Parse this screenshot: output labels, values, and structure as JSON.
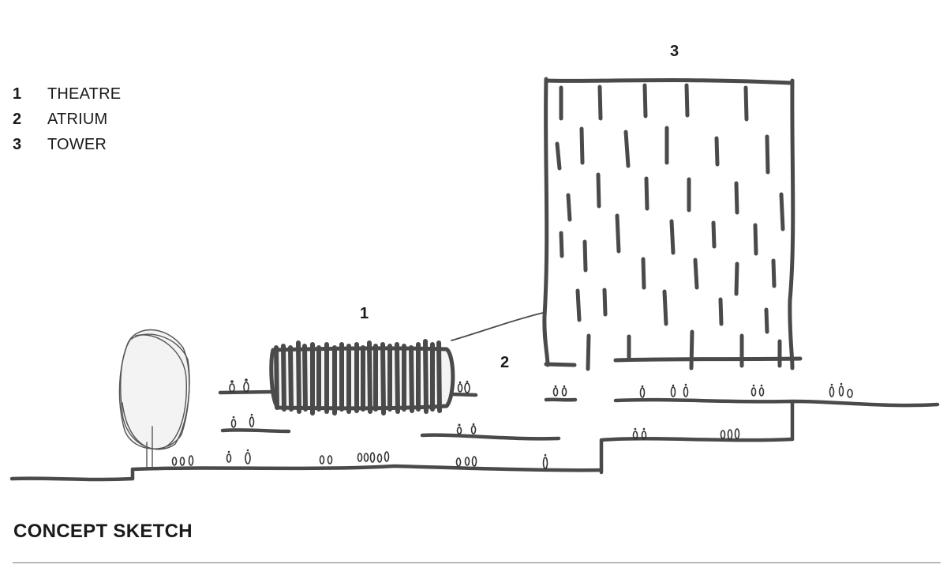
{
  "legend": {
    "items": [
      {
        "number": "1",
        "label": "THEATRE"
      },
      {
        "number": "2",
        "label": "ATRIUM"
      },
      {
        "number": "3",
        "label": "TOWER"
      }
    ]
  },
  "labels": {
    "theatre": "1",
    "atrium": "2",
    "tower": "3"
  },
  "caption": "CONCEPT SKETCH",
  "colors": {
    "ink": "#4a4a4a",
    "text": "#1a1a1a",
    "rule": "#777777",
    "background": "#ffffff"
  }
}
